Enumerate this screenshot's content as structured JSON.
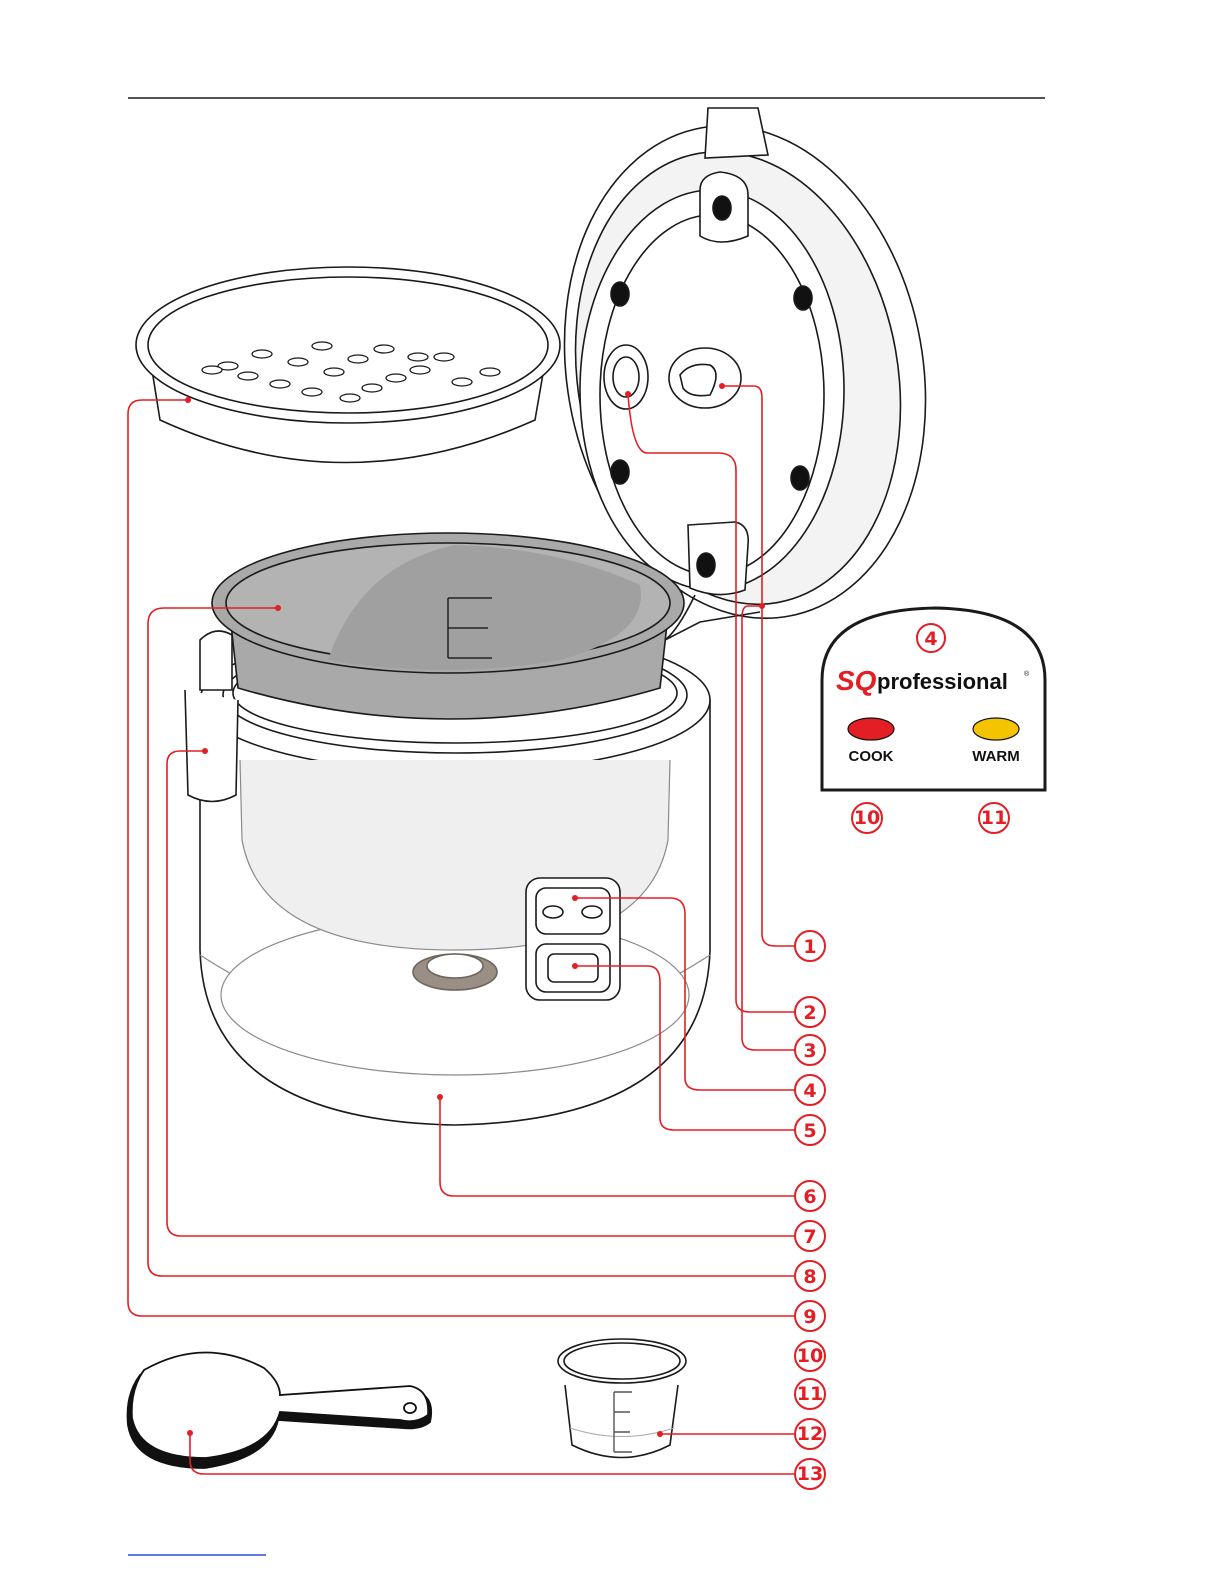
{
  "panel": {
    "number": "4",
    "brand_sq": "SQ",
    "brand_text": "professional",
    "registered_mark": "®",
    "cook_label": "COOK",
    "warm_label": "WARM",
    "cook_number": "10",
    "warm_number": "11"
  },
  "callouts": [
    "1",
    "2",
    "3",
    "4",
    "5",
    "6",
    "7",
    "8",
    "9",
    "10",
    "11",
    "12",
    "13"
  ],
  "colors": {
    "accent": "#e31e24",
    "cook_light": "#e31e24",
    "warm_light": "#f5c400",
    "line": "#1a1a1a",
    "inner_pot": "#a9a9a9"
  }
}
